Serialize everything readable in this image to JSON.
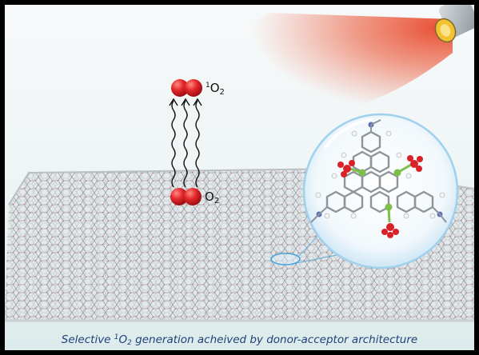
{
  "labels": {
    "top_sup": "1",
    "top_el": "O",
    "top_sub": "2",
    "bottom_el": "O",
    "bottom_sub": "2"
  },
  "caption": {
    "prefix": "Selective ",
    "sup": "1",
    "el": "O",
    "sub": "2",
    "suffix": " generation acheived by donor-acceptor architecture"
  },
  "colors": {
    "oxygen": "#e3262a",
    "light_beam": "#e8452a",
    "caption_text": "#1f3f78",
    "lamp_lens": "#f2c230",
    "bubble": "#cfe8f6"
  },
  "icons": [
    "lamp-icon",
    "oxygen-molecule-icon",
    "wavy-arrow-icon",
    "magnifier-bubble-icon"
  ]
}
